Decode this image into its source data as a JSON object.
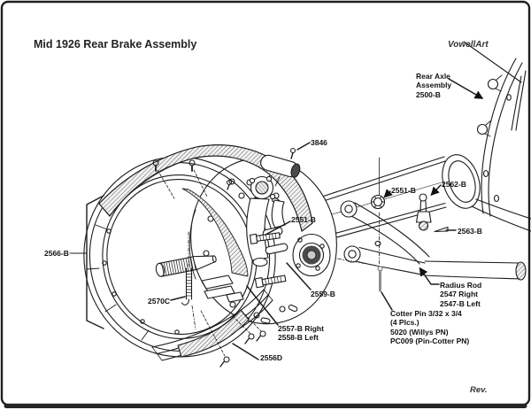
{
  "page": {
    "title": "Mid 1926 Rear Brake Assembly",
    "credit": "VowellArt",
    "revision": "Rev."
  },
  "labels": {
    "rear_axle": {
      "l1": "Rear Axle",
      "l2": "Assembly",
      "l3": "2500-B"
    },
    "screw_3846": "3846",
    "pin_2551_plate": "2551-B",
    "nut_2551_axle": "2551-B",
    "shackle_2562": "2562-B",
    "pin_2563": "2563-B",
    "drum_2566": "2566-B",
    "spring_2570": "2570C",
    "pin_2559": "2559-B",
    "radius_rod": {
      "l1": "Radius Rod",
      "l2": "2547 Right",
      "l3": "2547-B Left"
    },
    "cotter_pin": {
      "l1": "Cotter Pin 3/32 x 3/4",
      "l2": "(4 Plcs.)",
      "l3": "5020 (Willys PN)",
      "l4": "PC009 (Pin-Cotter PN)"
    },
    "shoes_2557": {
      "l1": "2557-B Right",
      "l2": "2558-B Left"
    },
    "lining_2556": "2556D"
  },
  "colors": {
    "ink": "#1a1a1a",
    "paper": "#ffffff",
    "cotter_gray": "#8f8f8f"
  }
}
